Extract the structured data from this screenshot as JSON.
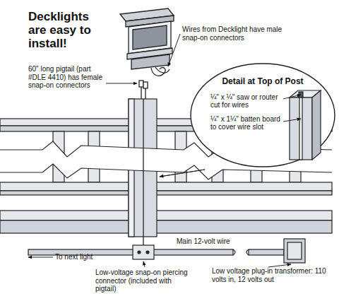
{
  "diagram": {
    "title": "Decklights are easy to install!",
    "nodes": [
      {
        "text": [
          "Detail at Top of Post",
          "¼\" x ¼\" saw or router cut for wires",
          "¼\" x 1¼\" batten board to cover wire slot"
        ]
      }
    ],
    "labels": [
      "Wires from Decklight have male snap-on connectors",
      "60\" long pigtail (part #DLE 4410) has female snap-on connectors",
      "Main 12-volt wire",
      "To next light",
      "Low-voltage snap-on piercing connector (included with pigtail)",
      "Low voltage plug-in transformer: 110 volts in, 12 volts out"
    ]
  }
}
